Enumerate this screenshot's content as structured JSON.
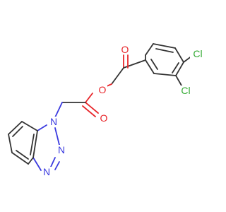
{
  "molecule": {
    "atoms": {
      "carbonyl_o_ketone": "O",
      "ester_o": "O",
      "carbonyl_o_ester": "O",
      "n1": "N",
      "n2": "N",
      "n3": "N",
      "cl1": "Cl",
      "cl2": "Cl"
    }
  },
  "colors": {
    "bond": "#333333",
    "oxygen": "#e8262b",
    "nitrogen": "#3a3adf",
    "chlorine": "#33aa33",
    "background": "#ffffff"
  }
}
